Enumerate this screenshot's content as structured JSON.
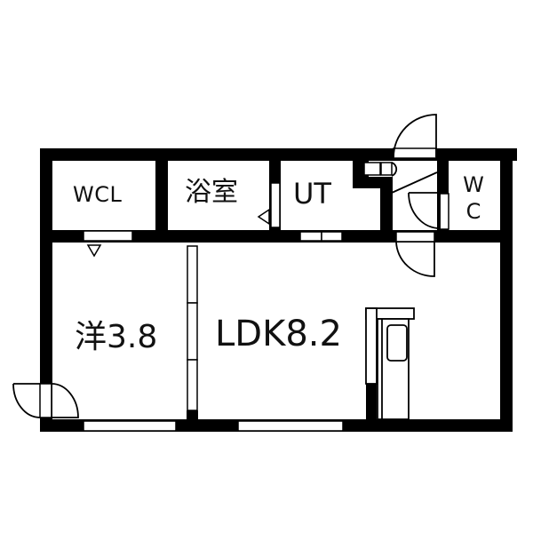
{
  "floor_plan": {
    "rooms": [
      {
        "id": "wcl",
        "label": "WCL"
      },
      {
        "id": "bath",
        "label": "浴室"
      },
      {
        "id": "utility",
        "label": "UT"
      },
      {
        "id": "wc",
        "label": "W C"
      },
      {
        "id": "western_room",
        "label": "洋3.8"
      },
      {
        "id": "ldk",
        "label": "LDK8.2"
      }
    ],
    "colors": {
      "wall": "#000000",
      "background": "#ffffff",
      "line": "#000000"
    }
  }
}
